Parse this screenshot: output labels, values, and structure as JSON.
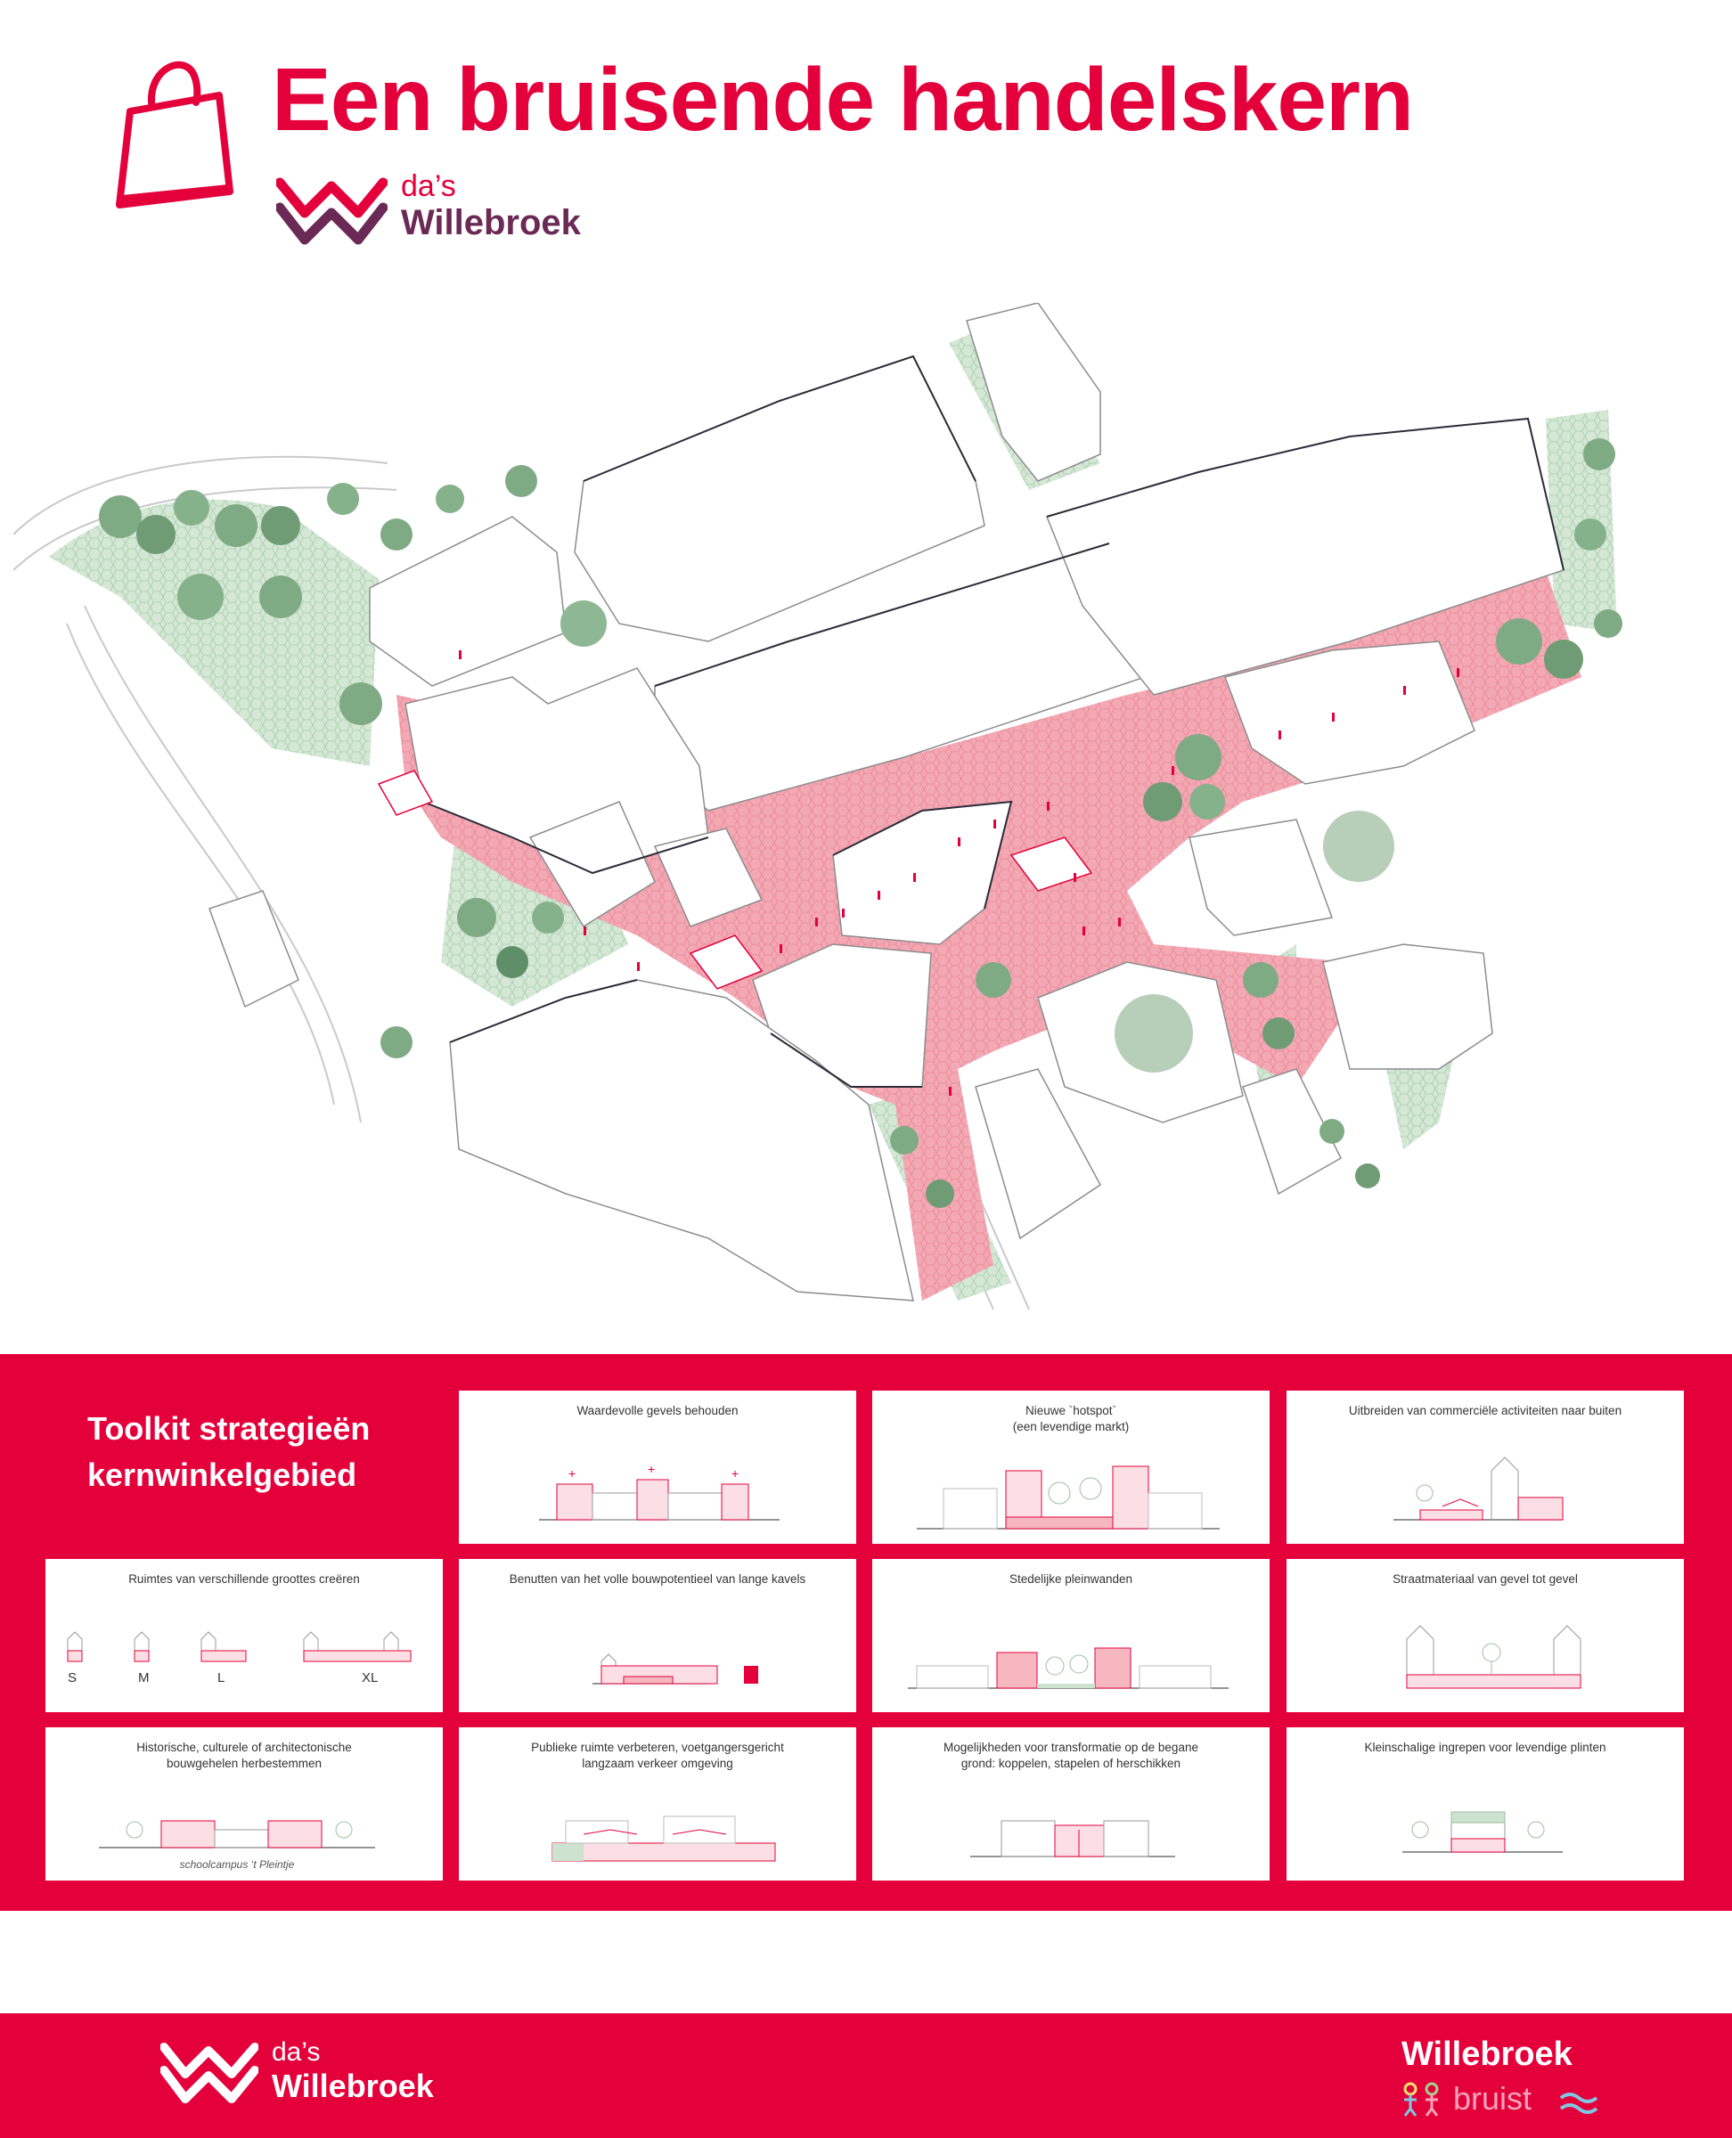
{
  "header": {
    "title": "Een bruisende handelskern",
    "logo": {
      "das": "da’s",
      "name": "Willebroek"
    }
  },
  "toolkit": {
    "title_line1": "Toolkit strategieën",
    "title_line2": "kernwinkelgebied",
    "cards": [
      {
        "title": "Waardevolle gevels behouden"
      },
      {
        "title": "Nieuwe `hotspot`",
        "subtitle": "(een levendige markt)"
      },
      {
        "title": "Uitbreiden van commerciële activiteiten naar buiten"
      },
      {
        "title": "Ruimtes van verschillende groottes creëren",
        "sizes": [
          "S",
          "M",
          "L",
          "XL"
        ]
      },
      {
        "title": "Benutten van het volle bouwpotentieel van lange kavels"
      },
      {
        "title": "Stedelijke pleinwanden"
      },
      {
        "title": "Straatmateriaal van gevel tot gevel"
      },
      {
        "title": "Historische, culturele of architectonische",
        "subtitle": "bouwgehelen herbestemmen",
        "caption": "schoolcampus  ‘t Pleintje"
      },
      {
        "title": "Publieke ruimte verbeteren, voetgangersgericht",
        "subtitle": "langzaam verkeer omgeving"
      },
      {
        "title": "Mogelijkheden voor transformatie op de begane",
        "subtitle": "grond: koppelen, stapelen of herschikken"
      },
      {
        "title": "Kleinschalige ingrepen voor levendige plinten"
      }
    ]
  },
  "footer": {
    "logo": {
      "das": "da’s",
      "name": "Willebroek"
    },
    "brand": {
      "name": "Willebroek",
      "tagline": "bruist"
    }
  },
  "colors": {
    "brand_red": "#e4003b",
    "logo_purple": "#6b2a55",
    "map_red": "#f6b7c0",
    "map_green": "#cde3cf"
  }
}
